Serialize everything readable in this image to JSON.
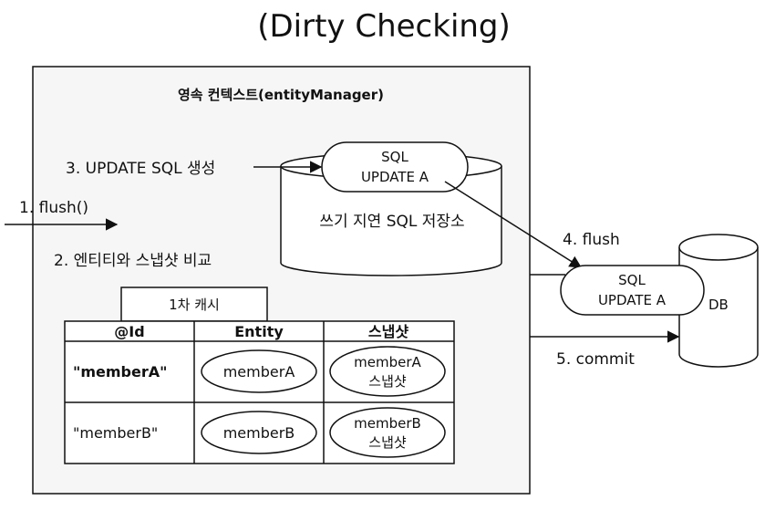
{
  "title": "(Dirty Checking)",
  "context_label": "영속 컨텍스트(entityManager)",
  "step1": "1. flush()",
  "step2": "2. 엔티티와 스냅샷 비교",
  "step3": "3. UPDATE SQL 생성",
  "step4": "4. flush",
  "step5": "5. commit",
  "write_store": {
    "label": "쓰기 지연 SQL 저장소",
    "sql_line1": "SQL",
    "sql_line2": "UPDATE A"
  },
  "flushed_sql": {
    "line1": "SQL",
    "line2": "UPDATE A"
  },
  "db_label": "DB",
  "cache": {
    "title": "1차 캐시",
    "headers": [
      "@Id",
      "Entity",
      "스냅샷"
    ],
    "rows": [
      {
        "id": "\"memberA\"",
        "entity": "memberA",
        "snapshot_line1": "memberA",
        "snapshot_line2": "스냅샷"
      },
      {
        "id": "\"memberB\"",
        "entity": "memberB",
        "snapshot_line1": "memberB",
        "snapshot_line2": "스냅샷"
      }
    ]
  },
  "colors": {
    "context_bg": "#f6f6f6",
    "stroke": "#111111",
    "background": "#ffffff"
  }
}
